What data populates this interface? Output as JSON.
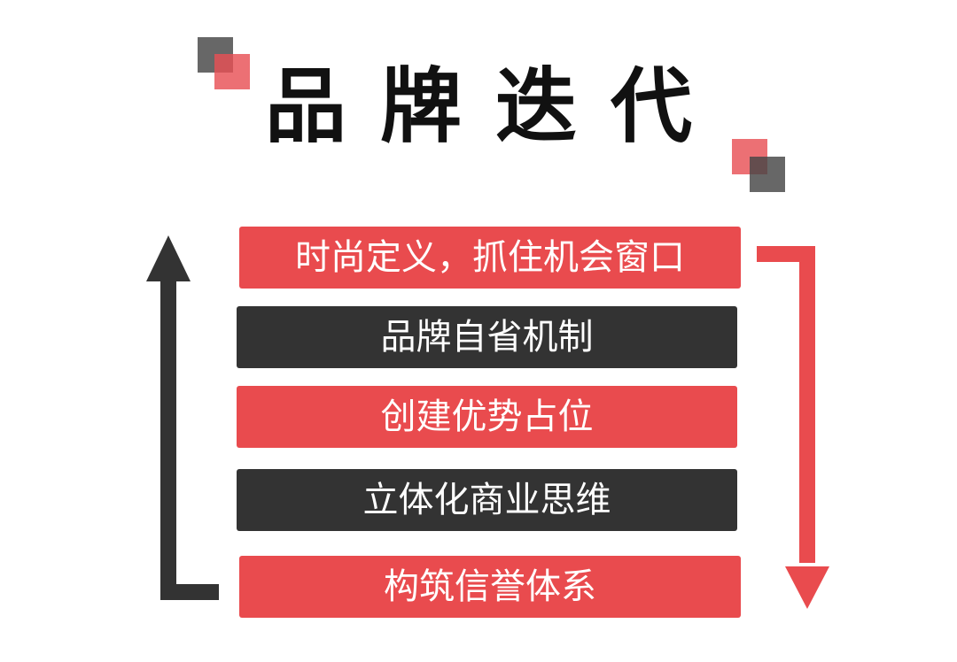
{
  "title": "品牌迭代",
  "colors": {
    "accent_red": "#E94B4E",
    "dark_gray": "#333333",
    "title_black": "#111111"
  },
  "items": [
    {
      "label": "时尚定义，抓住机会窗口",
      "style": "red"
    },
    {
      "label": "品牌自省机制",
      "style": "dark"
    },
    {
      "label": "创建优势占位",
      "style": "red"
    },
    {
      "label": "立体化商业思维",
      "style": "dark"
    },
    {
      "label": "构筑信誉体系",
      "style": "red"
    }
  ],
  "arrows": {
    "left": {
      "direction": "up",
      "color": "#333333"
    },
    "right": {
      "direction": "down",
      "color": "#E94B4E"
    }
  }
}
